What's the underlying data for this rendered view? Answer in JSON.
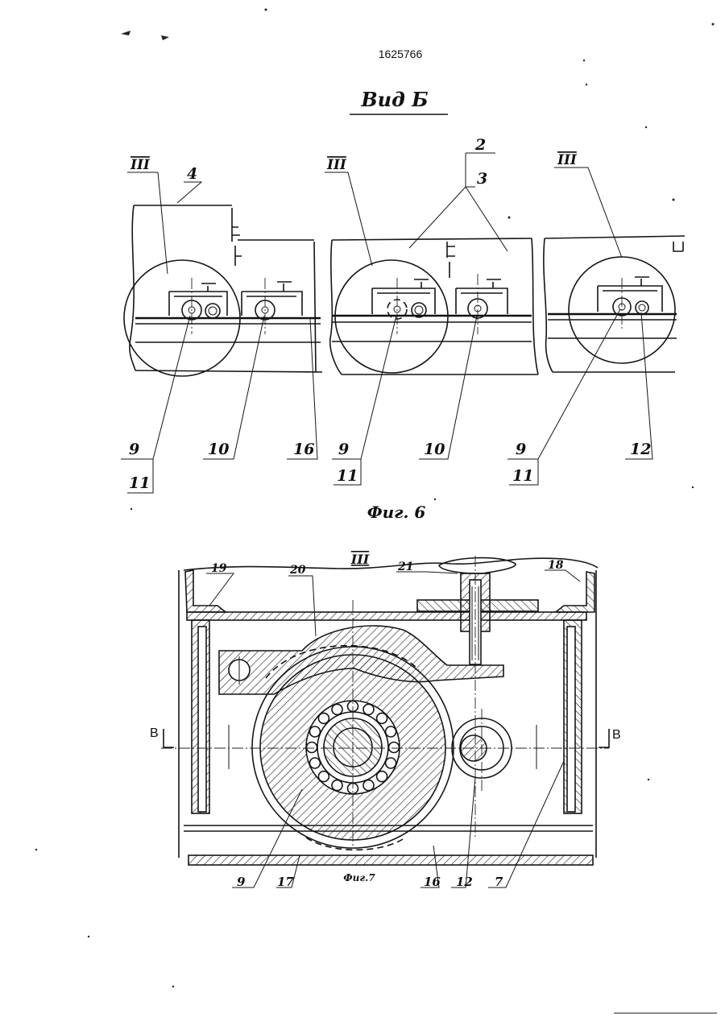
{
  "document": {
    "patent_number": "1625766",
    "view_title": "Вид Б",
    "figure_6_caption": "Фиг. 6",
    "figure_7_caption": "Фиг.7",
    "detail_label": "III",
    "section_mark": "В"
  },
  "figure_6": {
    "top_labels": [
      {
        "id": "detail-1",
        "text": "III"
      },
      {
        "id": "part-4",
        "text": "4"
      },
      {
        "id": "detail-2",
        "text": "III"
      },
      {
        "id": "part-2",
        "text": "2"
      },
      {
        "id": "part-3",
        "text": "3"
      },
      {
        "id": "detail-3",
        "text": "III"
      }
    ],
    "bottom_labels": [
      {
        "id": "a-upper",
        "text": "9"
      },
      {
        "id": "a-lower",
        "text": "11"
      },
      {
        "id": "b",
        "text": "10"
      },
      {
        "id": "c",
        "text": "16"
      },
      {
        "id": "d-upper",
        "text": "9"
      },
      {
        "id": "d-lower",
        "text": "11"
      },
      {
        "id": "e",
        "text": "10"
      },
      {
        "id": "f-upper",
        "text": "9"
      },
      {
        "id": "f-lower",
        "text": "11"
      },
      {
        "id": "g",
        "text": "12"
      }
    ]
  },
  "figure_7": {
    "top_labels": [
      {
        "id": "p19",
        "text": "19"
      },
      {
        "id": "p20",
        "text": "20"
      },
      {
        "id": "p21",
        "text": "21"
      },
      {
        "id": "p18",
        "text": "18"
      }
    ],
    "bottom_labels": [
      {
        "id": "p9",
        "text": "9"
      },
      {
        "id": "p17",
        "text": "17"
      },
      {
        "id": "p16",
        "text": "16"
      },
      {
        "id": "p12",
        "text": "12"
      },
      {
        "id": "p7",
        "text": "7"
      }
    ]
  }
}
